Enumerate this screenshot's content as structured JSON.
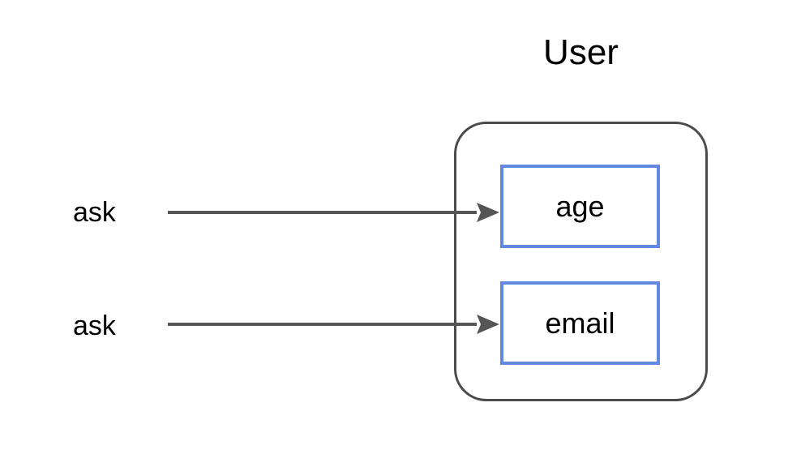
{
  "diagram": {
    "type": "entity-attribute-diagram",
    "background_color": "#ffffff",
    "entity": {
      "title": "User",
      "border_color": "#4b4b4b",
      "fields": [
        {
          "id": "age",
          "label": "age",
          "border_color": "#6288e0",
          "fill_color": "#ffffff"
        },
        {
          "id": "email",
          "label": "email",
          "border_color": "#6288e0",
          "fill_color": "#ffffff"
        }
      ]
    },
    "edges": [
      {
        "id": "edge-age",
        "label": "ask",
        "target": "age",
        "color": "#555555",
        "arrowhead": "solid-triangle"
      },
      {
        "id": "edge-email",
        "label": "ask",
        "target": "email",
        "color": "#555555",
        "arrowhead": "solid-triangle"
      }
    ]
  }
}
